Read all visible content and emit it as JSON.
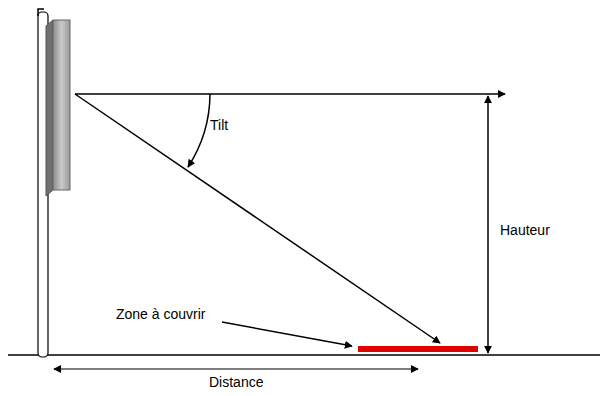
{
  "diagram": {
    "labels": [
      "Tilt",
      "Hauteur",
      "Zone à couvrir",
      "Distance"
    ]
  }
}
